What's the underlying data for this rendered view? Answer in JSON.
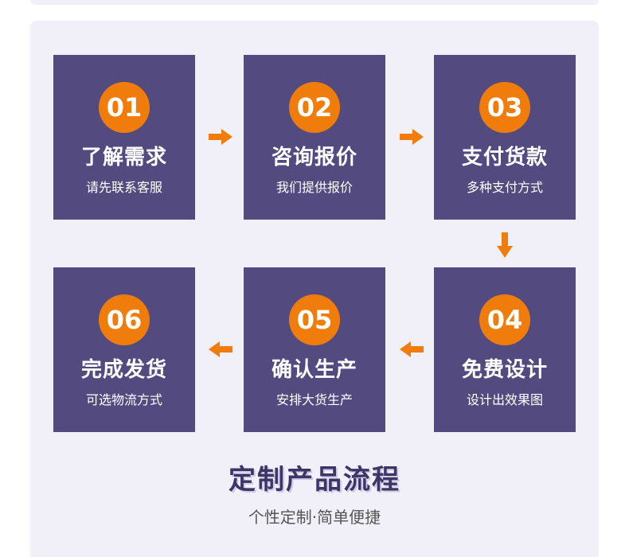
{
  "steps": [
    {
      "number": "01",
      "title": "了解需求",
      "subtitle": "请先联系客服"
    },
    {
      "number": "02",
      "title": "咨询报价",
      "subtitle": "我们提供报价"
    },
    {
      "number": "03",
      "title": "支付货款",
      "subtitle": "多种支付方式"
    },
    {
      "number": "04",
      "title": "免费设计",
      "subtitle": "设计出效果图"
    },
    {
      "number": "05",
      "title": "确认生产",
      "subtitle": "安排大货生产"
    },
    {
      "number": "06",
      "title": "完成发货",
      "subtitle": "可选物流方式"
    }
  ],
  "footer": {
    "title": "定制产品流程",
    "subtitle": "个性定制·简单便捷"
  },
  "colors": {
    "card": "#534b7f",
    "badge": "#f07d0b",
    "arrow": "#f07d0b",
    "panel": "#f1eff8",
    "footer_title": "#3d3566"
  },
  "icons": {
    "arrow_right": "arrow-right-icon",
    "arrow_down": "arrow-down-icon",
    "arrow_left": "arrow-left-icon"
  }
}
